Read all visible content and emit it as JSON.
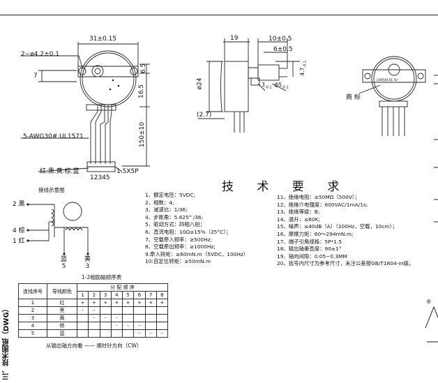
{
  "drawing": {
    "dims": {
      "width_31": "31±0.15",
      "holes": "2−ø4.2±0.1",
      "d7": "7",
      "d6_5": "6.5",
      "d16_5": "16.5",
      "d150": "150±10",
      "d19": "19",
      "d10": "10±0.5",
      "d6": "6±0.5",
      "d24": "ø24",
      "d2_7": "(2.7)",
      "d3": "3",
      "d3_tol": "-0.1",
      "d5": "ф5",
      "d5_tol": "-0.1",
      "d47": "4.7",
      "d47_tol": "-0.1"
    },
    "wire_spec": "5-AWG30# UL1571",
    "wire_colors": "红.黑.黄.棕.蓝",
    "connector": "1.5X5P",
    "pins": "12345",
    "brand_label": "商 标",
    "motor_model": "24BYJ48 DC 5V"
  },
  "tech_title": "技 术 要 求",
  "wiring": {
    "title": "接线示意图",
    "left_labels": [
      {
        "num": "2",
        "color": "黑"
      },
      {
        "num": "4",
        "color": "棕"
      },
      {
        "num": "1",
        "color": "红"
      }
    ],
    "bottom_labels": [
      {
        "color": "蓝",
        "num": "5"
      },
      {
        "color": "黄",
        "num": "3"
      }
    ],
    "caption": "1-2相励磁顺序表"
  },
  "specs_left": [
    "1、额定电压：5VDC;",
    "2、相数：4;",
    "3、减速比：1/36;",
    "4、步距角：5.625° /36;",
    "5、驱动方式：四相八拍；",
    "6、直流电阻：10Ω±15%（25°C）；",
    "7、空载牵入频率：≥500Hz;",
    "8、空载牵出频率：≥1000Hz;",
    "9.牵入转矩：≥60mN.m（5VDC，100Hz）",
    "10:自定位转矩：≥50mN.m"
  ],
  "specs_right": [
    "11、绝缘电阻：≥50MΩ（500V）；",
    "12、绝缘介电强度：600VAC/1mA/1s;",
    "13、绝缘等级：B;",
    "14、温升：≤60K;",
    "15、噪声：≤40dB（A）（100Hz，空载，10cm）；",
    "16、摩擦力矩：60～294mN.m;",
    "17、端子引角规格：5P*1.5",
    "18、输出轴垂直度：90±1°",
    "19、轴向间隙：0.05~0.3MM",
    "20、括号内尺寸为参考尺寸，未注公差按GB/T1804-m级。"
  ],
  "sequence_table": {
    "col_headers": [
      "连线序号",
      "导线颜色"
    ],
    "group_header": "分 配 顺 序",
    "steps": [
      "1",
      "2",
      "3",
      "4",
      "5",
      "6",
      "7",
      "8"
    ],
    "rows": [
      {
        "num": "1",
        "color": "红",
        "cells": [
          "+",
          "+",
          "+",
          "+",
          "+",
          "+",
          "+",
          "+"
        ]
      },
      {
        "num": "2",
        "color": "黑",
        "cells": [
          "-",
          "-",
          "",
          "",
          "",
          "",
          "",
          ""
        ]
      },
      {
        "num": "3",
        "color": "黄",
        "cells": [
          "",
          "-",
          "-",
          "-",
          "",
          "",
          "",
          ""
        ]
      },
      {
        "num": "4",
        "color": "棕",
        "cells": [
          "",
          "",
          "",
          "-",
          "-",
          "-",
          "",
          ""
        ]
      },
      {
        "num": "5",
        "color": "蓝",
        "cells": [
          "",
          "",
          "",
          "",
          "",
          "-",
          "-",
          "-"
        ]
      }
    ],
    "direction": "从输出轴方向看 —— 顺时针方向（CW）"
  },
  "side_label": "三、技术图纸（DWG）",
  "corner_mark": "®"
}
